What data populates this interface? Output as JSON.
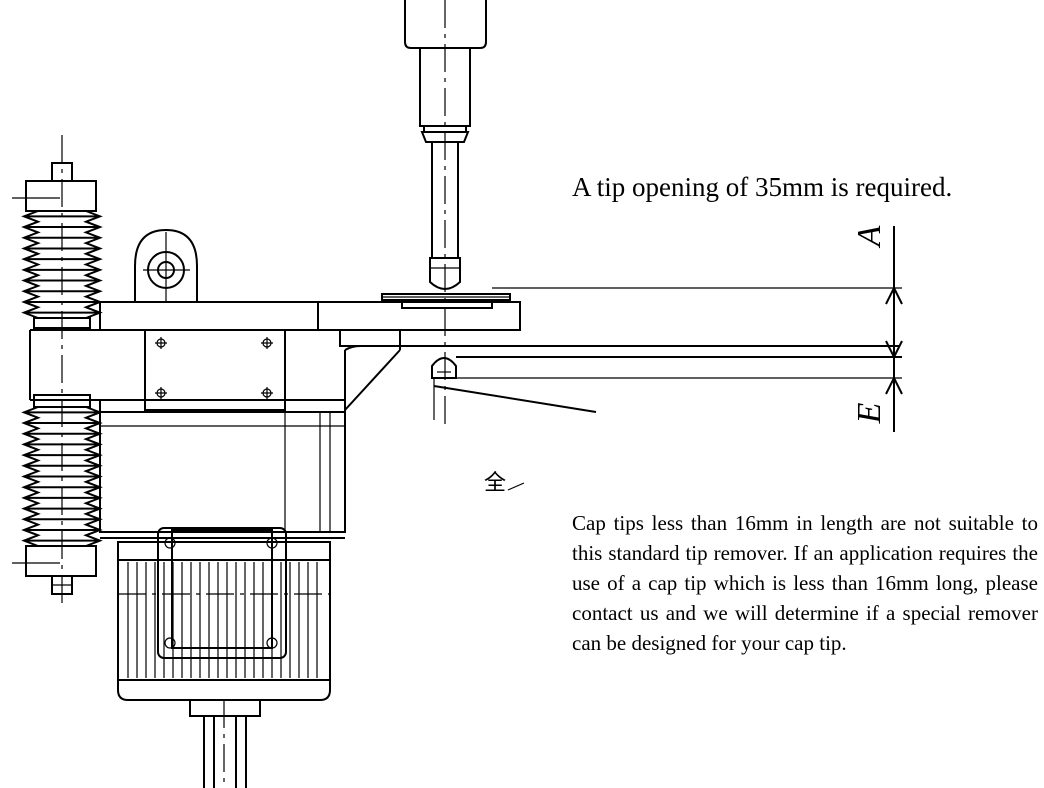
{
  "notes": {
    "tip_opening": "A tip opening of 35mm is required.",
    "cap_tip": "Cap tips less than 16mm in length are not suitable to this standard tip remover. If an application requires the use of a cap tip which is less than 16mm long, please contact us and we will determine if a special remover can be designed for your cap tip."
  },
  "dimensions": {
    "upper": "A",
    "lower": "E"
  },
  "mark": "全"
}
